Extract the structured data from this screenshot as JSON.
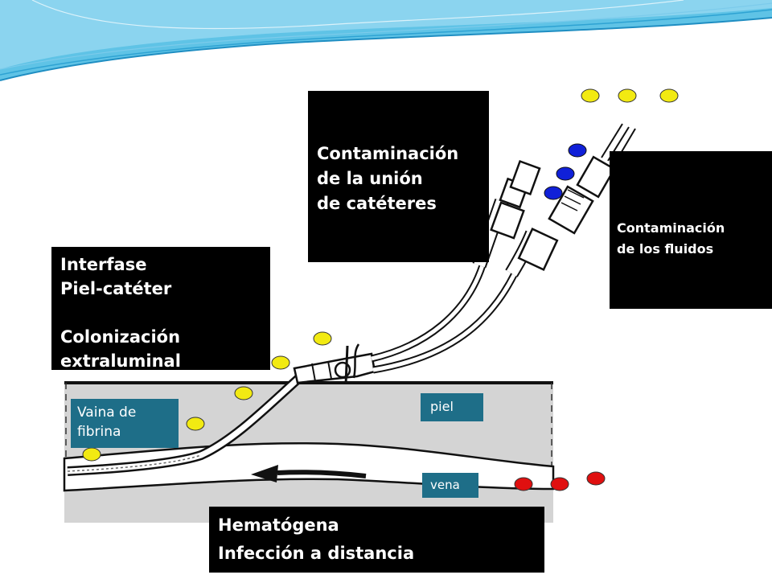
{
  "labels": {
    "union": [
      "Contaminación",
      "de la unión",
      "de catéteres"
    ],
    "fluidos": [
      "Contaminación",
      "de los fluidos"
    ],
    "interfase": [
      "Interfase",
      "Piel-catéter",
      "Colonización",
      "extraluminal"
    ],
    "hematogena": [
      "Hematógena",
      "Infección a distancia"
    ],
    "vaina": [
      "Vaina de",
      "fibrina"
    ],
    "piel": "piel",
    "vena": "vena"
  },
  "colors": {
    "box": "#000000",
    "tag": "#1e6e88",
    "tissue": "#d4d4d4",
    "bacteria_skin": "#f2ea12",
    "bacteria_fluid": "#1020d8",
    "bacteria_blood": "#e01010",
    "wave": "#29a7d6"
  }
}
